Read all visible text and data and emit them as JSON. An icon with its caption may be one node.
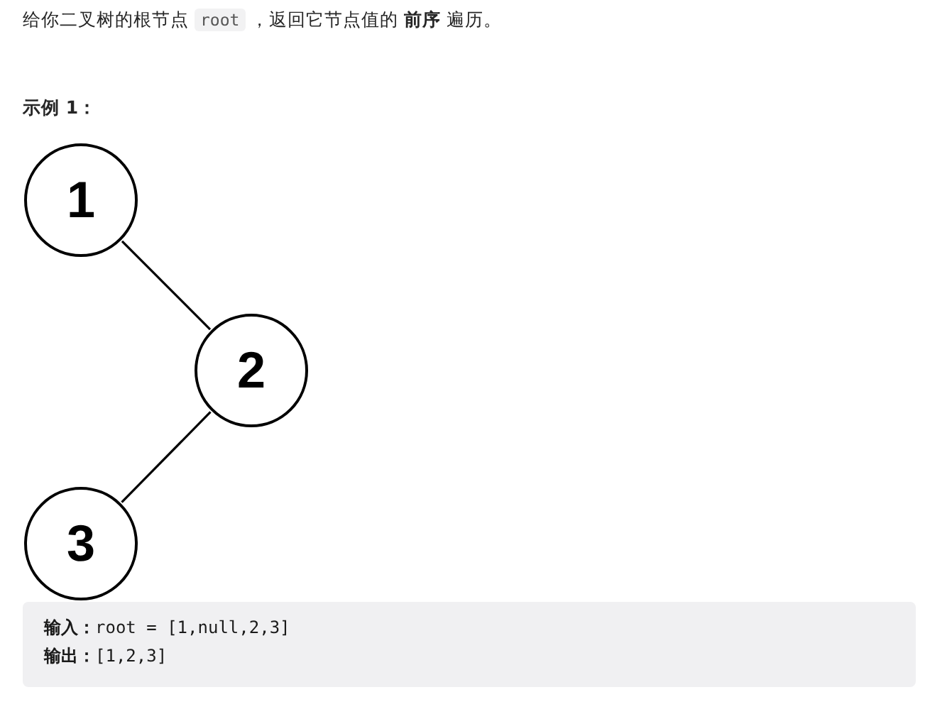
{
  "diagram": {
    "nodes": [
      {
        "text": [
          "1"
        ]
      },
      {
        "text": [
          "2"
        ]
      },
      {
        "text": [
          "3"
        ]
      }
    ],
    "edges": [
      {
        "from": 0,
        "to": 1,
        "arrow": "none"
      },
      {
        "from": 1,
        "to": 2,
        "arrow": "none"
      }
    ],
    "labels": [
      "给你二叉树的根节点",
      "root",
      "，返回它节点值的 **前序** 遍历。",
      "示例 1：",
      "**输入：**root = [1,null,2,3]",
      "**输出：**[1,2,3]"
    ]
  }
}
